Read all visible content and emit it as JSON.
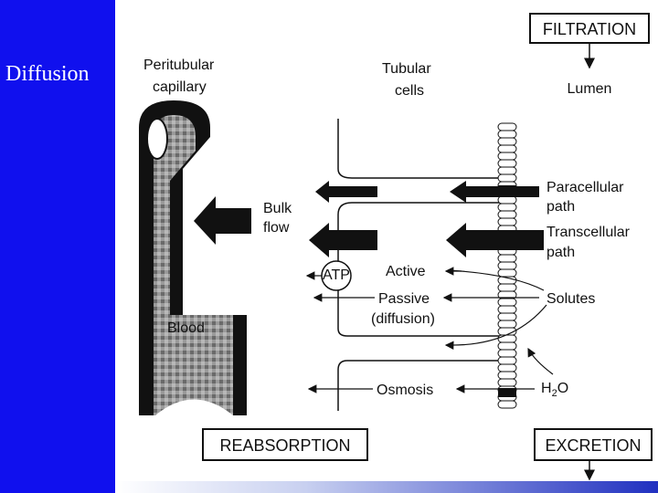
{
  "slide": {
    "title": "Diffusion"
  },
  "diagram": {
    "filtration": "FILTRATION",
    "lumen": "Lumen",
    "peritubular_line1": "Peritubular",
    "peritubular_line2": "capillary",
    "tubular_line1": "Tubular",
    "tubular_line2": "cells",
    "bulk_line1": "Bulk",
    "bulk_line2": "flow",
    "paracellular_line1": "Paracellular",
    "paracellular_line2": "path",
    "transcellular_line1": "Transcellular",
    "transcellular_line2": "path",
    "atp": "ATP",
    "active": "Active",
    "passive": "Passive",
    "diffusion": "(diffusion)",
    "solutes": "Solutes",
    "blood": "Blood",
    "osmosis": "Osmosis",
    "h2o_main": "H",
    "h2o_sub": "2",
    "h2o_end": "O",
    "reabsorption": "REABSORPTION",
    "excretion": "EXCRETION"
  },
  "colors": {
    "sidebar": "#1010ee",
    "capillary_fill": "#8a8a8a",
    "ink": "#111111"
  }
}
